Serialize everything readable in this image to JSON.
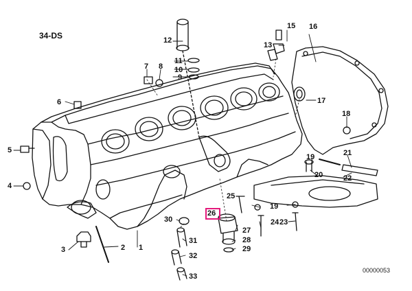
{
  "diagram": {
    "model_code": "34-DS",
    "reference": "00000053",
    "highlight_color": "#e3197b",
    "highlighted_part": "26",
    "callouts": [
      {
        "id": "c1",
        "label": "1"
      },
      {
        "id": "c2",
        "label": "2"
      },
      {
        "id": "c3",
        "label": "3"
      },
      {
        "id": "c4",
        "label": "4"
      },
      {
        "id": "c5",
        "label": "5"
      },
      {
        "id": "c6",
        "label": "6"
      },
      {
        "id": "c7",
        "label": "7"
      },
      {
        "id": "c8",
        "label": "8"
      },
      {
        "id": "c9",
        "label": "9"
      },
      {
        "id": "c10",
        "label": "10"
      },
      {
        "id": "c11",
        "label": "11"
      },
      {
        "id": "c12",
        "label": "12"
      },
      {
        "id": "c13",
        "label": "13"
      },
      {
        "id": "c15",
        "label": "15"
      },
      {
        "id": "c16",
        "label": "16"
      },
      {
        "id": "c17",
        "label": "17"
      },
      {
        "id": "c18",
        "label": "18"
      },
      {
        "id": "c19a",
        "label": "19"
      },
      {
        "id": "c19b",
        "label": "19"
      },
      {
        "id": "c20",
        "label": "20"
      },
      {
        "id": "c21",
        "label": "21"
      },
      {
        "id": "c22",
        "label": "22"
      },
      {
        "id": "c23",
        "label": "23"
      },
      {
        "id": "c24",
        "label": "24"
      },
      {
        "id": "c25",
        "label": "25"
      },
      {
        "id": "c26",
        "label": "26"
      },
      {
        "id": "c27",
        "label": "27"
      },
      {
        "id": "c28",
        "label": "28"
      },
      {
        "id": "c29",
        "label": "29"
      },
      {
        "id": "c30",
        "label": "30"
      },
      {
        "id": "c31",
        "label": "31"
      },
      {
        "id": "c32",
        "label": "32"
      },
      {
        "id": "c33",
        "label": "33"
      }
    ]
  }
}
